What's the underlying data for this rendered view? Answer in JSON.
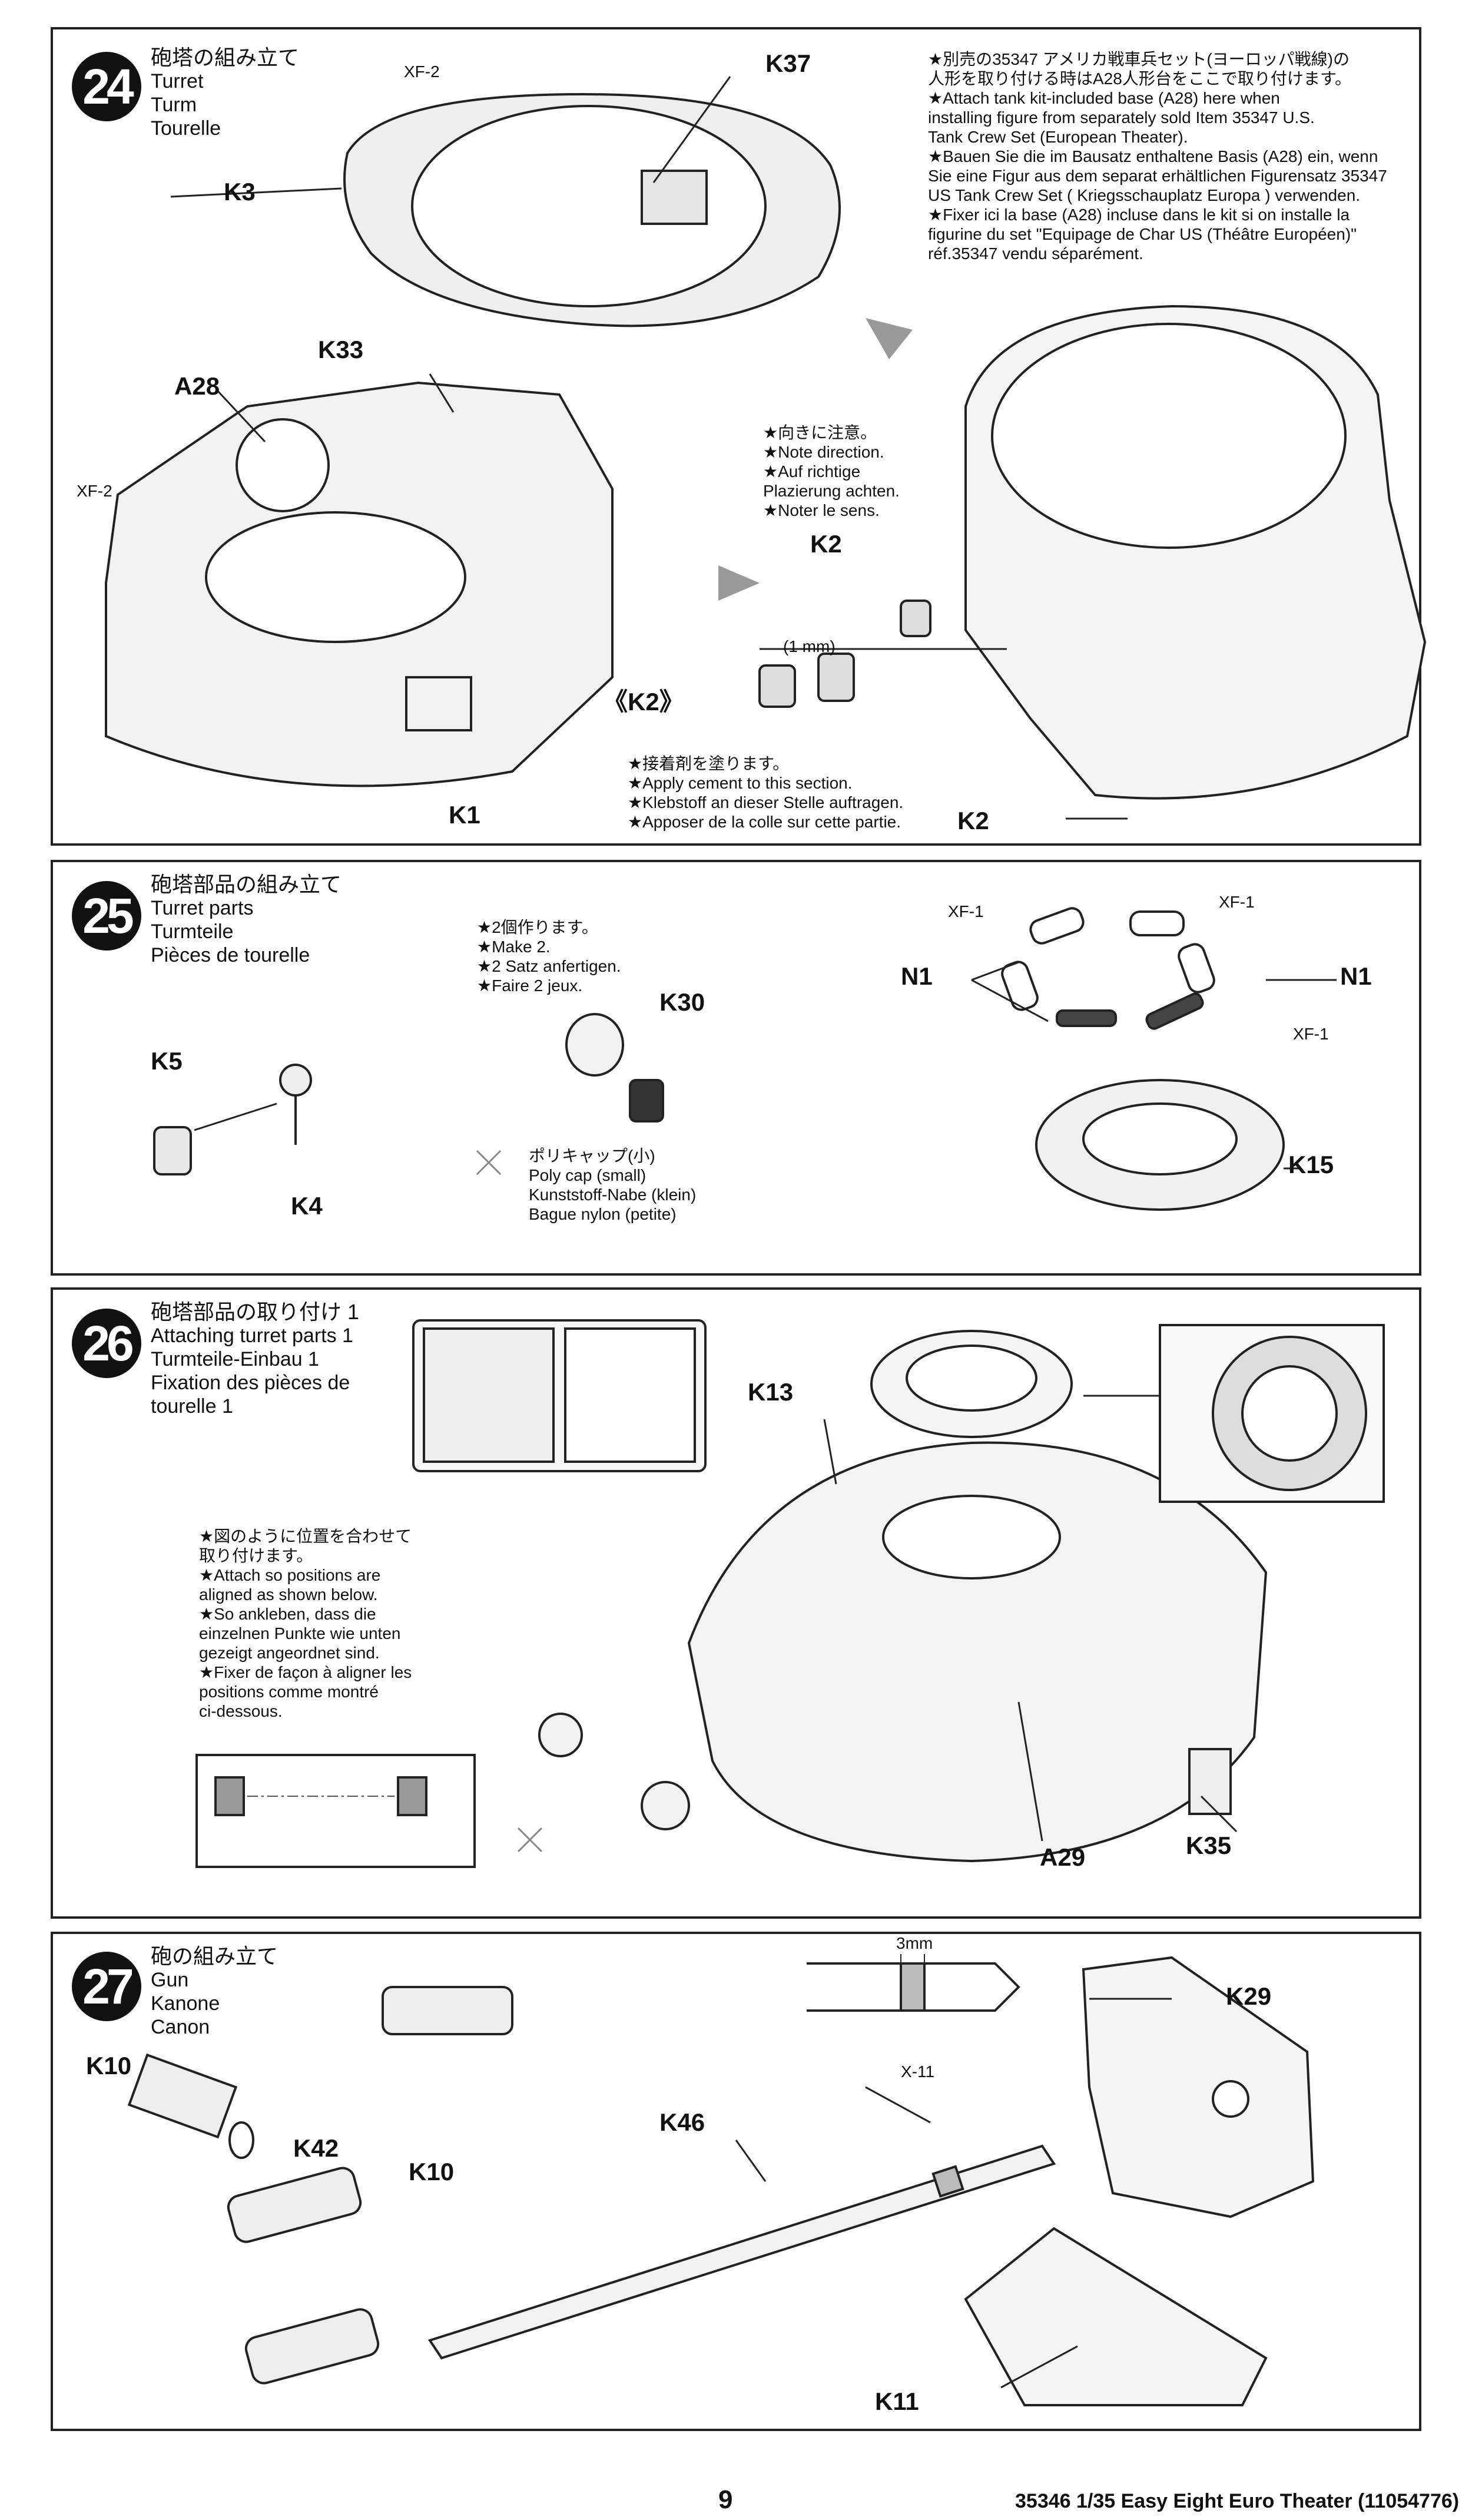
{
  "steps": {
    "s24": {
      "number": "24",
      "title_jp": "砲塔の組み立て",
      "title_en": "Turret",
      "title_de": "Turm",
      "title_fr": "Tourelle",
      "labels": {
        "xf2_a": "XF-2",
        "k37": "K37",
        "k3": "K3",
        "k33": "K33",
        "a28": "A28",
        "xf2_b": "XF-2",
        "k1": "K1",
        "k2_a": "K2",
        "k2_b": "《K2》",
        "k2_c": "K2",
        "mm": "(1 mm)"
      },
      "note_top": [
        "★別売の35347 アメリカ戦車兵セット(ヨーロッパ戦線)の",
        "人形を取り付ける時はA28人形台をここで取り付けます。",
        "★Attach tank kit-included base (A28) here when",
        "installing figure from separately sold Item 35347 U.S.",
        "Tank Crew Set (European Theater).",
        "★Bauen Sie die im Bausatz enthaltene Basis (A28) ein, wenn",
        "Sie eine Figur aus dem separat erhältlichen Figurensatz 35347",
        "US Tank Crew Set ( Kriegsschauplatz Europa ) verwenden.",
        "★Fixer ici la base (A28) incluse dans le kit si on installe la",
        "figurine du set \"Equipage de Char US (Théâtre Européen)\"",
        "réf.35347 vendu séparément."
      ],
      "note_direction": [
        "★向きに注意。",
        "★Note direction.",
        "★Auf richtige",
        "Plazierung achten.",
        "★Noter le sens."
      ],
      "note_cement": [
        "★接着剤を塗ります。",
        "★Apply cement to this section.",
        "★Klebstoff an dieser Stelle auftragen.",
        "★Apposer de la colle sur cette partie."
      ]
    },
    "s25": {
      "number": "25",
      "title_jp": "砲塔部品の組み立て",
      "title_en": "Turret parts",
      "title_de": "Turmteile",
      "title_fr": "Pièces de tourelle",
      "labels": {
        "k5": "K5",
        "k4": "K4",
        "k30": "K30",
        "n1_a": "N1",
        "n1_b": "N1",
        "k15": "K15",
        "xf1_a": "XF-1",
        "xf1_b": "XF-1",
        "xf1_c": "XF-1"
      },
      "note_make": [
        "★2個作ります。",
        "★Make 2.",
        "★2 Satz anfertigen.",
        "★Faire 2 jeux."
      ],
      "note_polycap": [
        "ポリキャップ(小)",
        "Poly cap (small)",
        "Kunststoff-Nabe (klein)",
        "Bague nylon (petite)"
      ]
    },
    "s26": {
      "number": "26",
      "title_jp": "砲塔部品の取り付け 1",
      "title_en": "Attaching turret parts 1",
      "title_de": "Turmteile-Einbau 1",
      "title_fr1": "Fixation des pièces de",
      "title_fr2": "tourelle 1",
      "labels": {
        "k13": "K13",
        "a29": "A29",
        "k35": "K35"
      },
      "note_align": [
        "★図のように位置を合わせて",
        "取り付けます。",
        "★Attach so positions are",
        "aligned as shown below.",
        "★So ankleben, dass die",
        "einzelnen Punkte wie unten",
        "gezeigt angeordnet sind.",
        "★Fixer de façon à aligner les",
        "positions comme montré",
        "ci-dessous."
      ]
    },
    "s27": {
      "number": "27",
      "title_jp": "砲の組み立て",
      "title_en": "Gun",
      "title_de": "Kanone",
      "title_fr": "Canon",
      "labels": {
        "mm3": "3mm",
        "x11": "X-11",
        "k29": "K29",
        "k10_a": "K10",
        "k42": "K42",
        "k10_b": "K10",
        "k46": "K46",
        "k11": "K11"
      }
    }
  },
  "footer": {
    "page": "9",
    "info": "35346 1/35 Easy Eight Euro Theater (11054776)"
  }
}
